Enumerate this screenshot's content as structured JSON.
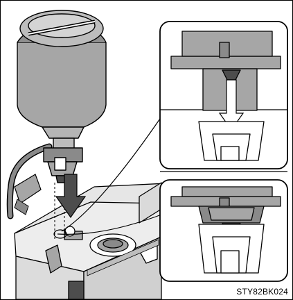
{
  "figure": {
    "code": "STY82BK024",
    "colors": {
      "fill_gray": "#a6a6a6",
      "fill_light": "#d4d4d4",
      "fill_white": "#ffffff",
      "fill_dark": "#4d4d4d",
      "line": "#000000"
    },
    "icons": [
      "sealant-bottle",
      "compressor",
      "hose",
      "down-arrow",
      "detail-callout"
    ]
  }
}
